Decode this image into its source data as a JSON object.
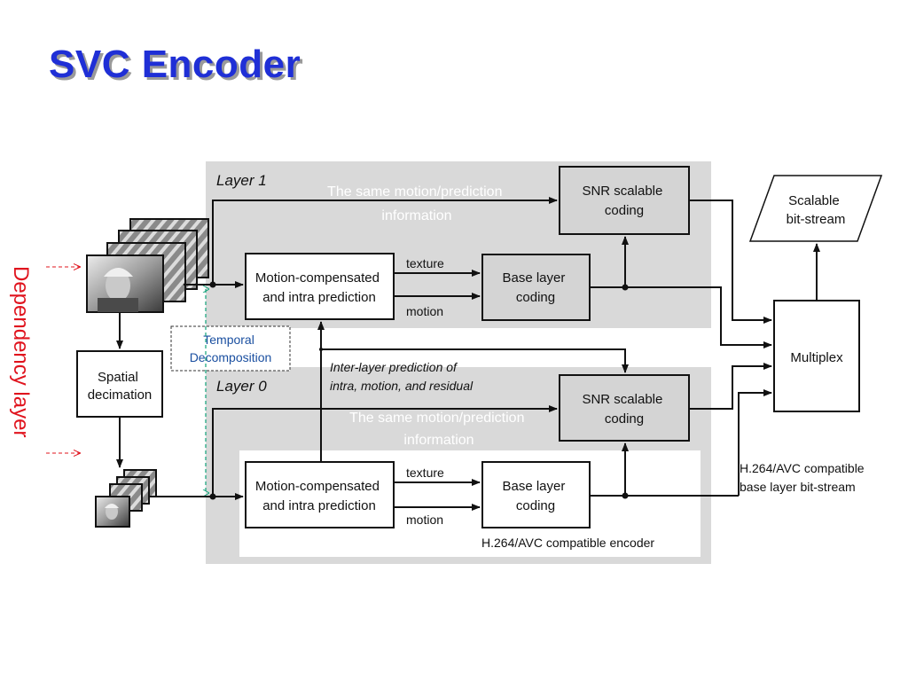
{
  "slide": {
    "title": "SVC Encoder",
    "side_label": "Dependency layer"
  },
  "diagram": {
    "layer1_label": "Layer 1",
    "layer0_label": "Layer 0",
    "same_motion_note_1": [
      "The same motion/prediction",
      "information"
    ],
    "same_motion_note_0": [
      "The same motion/prediction",
      "information"
    ],
    "mcp_label": [
      "Motion-compensated",
      "and intra prediction"
    ],
    "base_layer_label": [
      "Base layer",
      "coding"
    ],
    "snr_label": [
      "SNR scalable",
      "coding"
    ],
    "spatial_label": [
      "Spatial",
      "decimation"
    ],
    "temporal_label": [
      "Temporal",
      "Decomposition"
    ],
    "multiplex_label": "Multiplex",
    "bitstream_label": [
      "Scalable",
      "bit-stream"
    ],
    "texture_label": "texture",
    "motion_label": "motion",
    "interlayer_label": [
      "Inter-layer prediction of",
      "intra, motion, and residual"
    ],
    "h264_encoder_label": "H.264/AVC compatible encoder",
    "h264_bitstream_label": [
      "H.264/AVC compatible",
      "base layer bit-stream"
    ]
  },
  "colors": {
    "title": "#1f2fd6",
    "side_label": "#e0141e",
    "layer_bg": "#d9d9d9",
    "block_fill": "#d4d4d4",
    "temporal_text": "#1a4fa0",
    "dashed_green": "#12a37a"
  }
}
